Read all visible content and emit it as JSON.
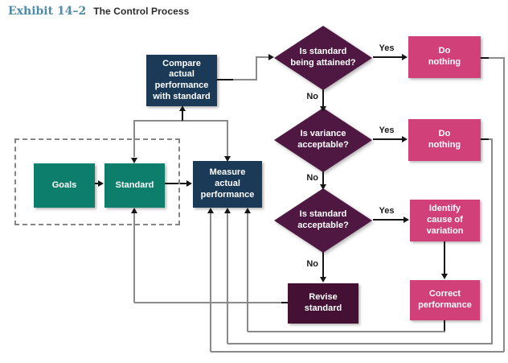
{
  "title": {
    "exhibit": "Exhibit 14–2",
    "text": "The Control Process"
  },
  "colors": {
    "titleblue": "#4d8ba8",
    "teal": "#0e7e6c",
    "navy": "#1a3a58",
    "pink": "#d14079",
    "plum": "#4f1843",
    "plumdark": "#441135"
  },
  "nodes": {
    "goals": {
      "label": "Goals"
    },
    "standard": {
      "label": "Standard"
    },
    "measure": {
      "label": "Measure\nactual\nperformance"
    },
    "compare": {
      "label": "Compare\nactual\nperformance\nwith standard"
    },
    "d1": {
      "label": "Is standard\nbeing attained?"
    },
    "d2": {
      "label": "Is variance\nacceptable?"
    },
    "d3": {
      "label": "Is standard\nacceptable?"
    },
    "do_nothing_1": {
      "label": "Do\nnothing"
    },
    "do_nothing_2": {
      "label": "Do\nnothing"
    },
    "identify": {
      "label": "Identify\ncause of\nvariation"
    },
    "correct": {
      "label": "Correct\nperformance"
    },
    "revise": {
      "label": "Revise\nstandard"
    }
  },
  "labels": {
    "yes": "Yes",
    "no": "No"
  }
}
